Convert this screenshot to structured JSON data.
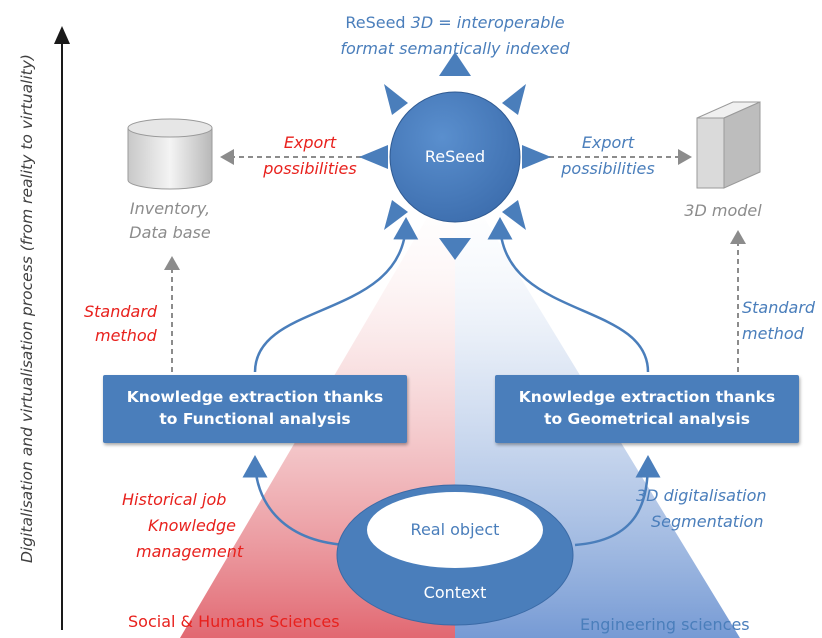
{
  "header": {
    "reseed_word": "ReSeed",
    "reseed_rest": "3D = interoperable",
    "line2": "format semantically indexed"
  },
  "vertical_axis_label": "Digitalisation and virtualisation process (from reality to virtuality)",
  "center_node": "ReSeed",
  "left": {
    "export_line1": "Export",
    "export_line2": "possibilities",
    "inventory_line1": "Inventory,",
    "inventory_line2": "Data base",
    "standard_line1": "Standard",
    "standard_line2": "method",
    "box_line1": "Knowledge extraction thanks",
    "box_line2": "to Functional analysis",
    "history_line1": "Historical job",
    "history_line2": "Knowledge",
    "history_line3": "management",
    "footer": "Social & Humans Sciences"
  },
  "right": {
    "export_line1": "Export",
    "export_line2": "possibilities",
    "model_label": "3D model",
    "standard_line1": "Standard",
    "standard_line2": "method",
    "box_line1": "Knowledge extraction thanks",
    "box_line2": "to Geometrical analysis",
    "digital_line1": "3D digitalisation",
    "digital_line2": "Segmentation",
    "footer": "Engineering sciences"
  },
  "base": {
    "inner": "Real object",
    "outer": "Context"
  },
  "colors": {
    "accent_blue": "#4a7ebb",
    "accent_red": "#e8211d",
    "gray": "#8c8c8c"
  }
}
